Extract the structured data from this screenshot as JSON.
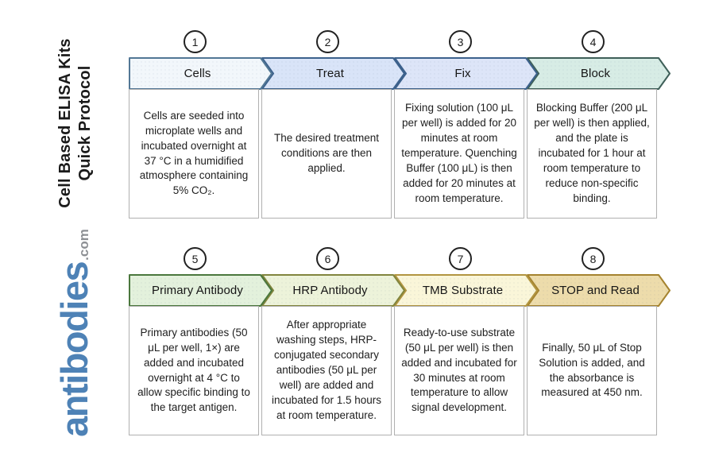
{
  "branding": {
    "title_line1": "Cell Based ELISA Kits",
    "title_line2": "Quick Protocol",
    "logo_main": "antibodies",
    "logo_suffix": ".com",
    "logo_color": "#4e82b6",
    "logo_suffix_color": "#8d9094"
  },
  "steps": [
    {
      "number": "1",
      "label": "Cells",
      "description": "Cells are seeded into microplate wells and incubated overnight at 37 °C in a humidified atmosphere containing 5% CO₂.",
      "fill": "#f2f7fb",
      "border": "#527795"
    },
    {
      "number": "2",
      "label": "Treat",
      "description": "The desired treatment conditions are then applied.",
      "fill": "#d9e4f8",
      "border": "#3c618c"
    },
    {
      "number": "3",
      "label": "Fix",
      "description": "Fixing solution (100 μL per well) is added for 20 minutes at room temperature. Quenching Buffer (100 μL) is then added for 20 minutes at room temperature.",
      "fill": "#dde5f8",
      "border": "#3c618c"
    },
    {
      "number": "4",
      "label": "Block",
      "description": "Blocking Buffer (200 μL per well) is then applied, and the plate is incubated for 1 hour at room temperature to reduce non-specific binding.",
      "fill": "#d7ece5",
      "border": "#3e5f58"
    },
    {
      "number": "5",
      "label": "Primary Antibody",
      "description": "Primary antibodies (50 μL per well, 1×) are added and incubated overnight at 4 °C to allow specific binding to the target antigen.",
      "fill": "#e3f1dc",
      "border": "#4a773c"
    },
    {
      "number": "6",
      "label": "HRP Antibody",
      "description": "After appropriate washing steps, HRP-conjugated secondary antibodies (50 μL per well) are added and incubated for 1.5 hours at room temperature.",
      "fill": "#edf3da",
      "border": "#81853d"
    },
    {
      "number": "7",
      "label": "TMB Substrate",
      "description": "Ready-to-use substrate (50 μL per well) is then added and incubated for 30 minutes at room temperature to allow signal development.",
      "fill": "#faf6d9",
      "border": "#b29540"
    },
    {
      "number": "8",
      "label": "STOP and Read",
      "description": "Finally, 50 μL of Stop Solution is added, and the absorbance is measured at 450 nm.",
      "fill": "#eddcab",
      "border": "#a5832e"
    }
  ]
}
